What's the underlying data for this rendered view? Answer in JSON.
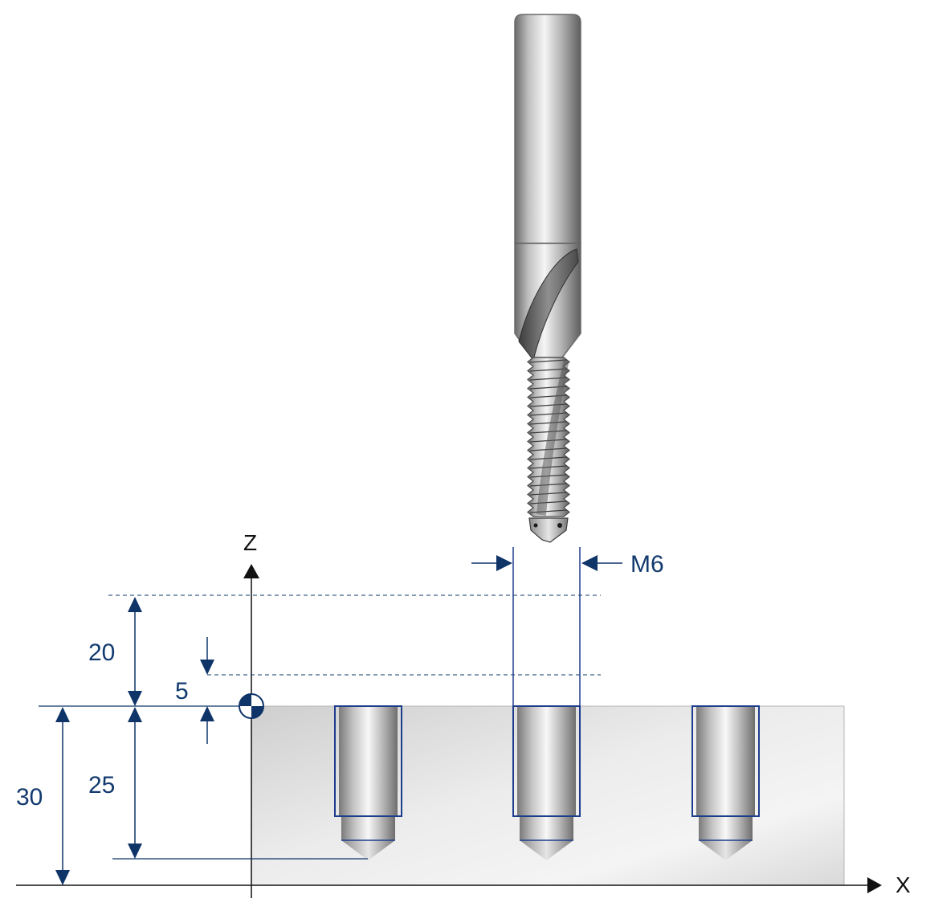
{
  "axes": {
    "z_label": "Z",
    "x_label": "X"
  },
  "dimensions": {
    "safety_distance": "20",
    "reference_offset": "5",
    "drill_depth": "25",
    "workpiece_height": "30",
    "thread_size": "M6"
  },
  "colors": {
    "dimension": "#0f3468",
    "axis": "#111111",
    "hole_outline": "#1d3d8c",
    "workpiece": "#dedede"
  }
}
